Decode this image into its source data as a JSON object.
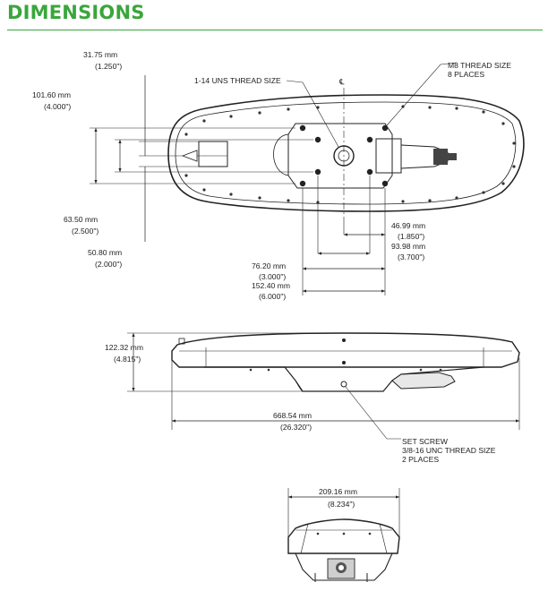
{
  "header": {
    "title": "DIMENSIONS",
    "accent_color": "#3aa63c"
  },
  "top_view": {
    "dims": {
      "d31_75": {
        "mm": "31.75 mm",
        "in": "(1.250\")"
      },
      "d101_60": {
        "mm": "101.60 mm",
        "in": "(4.000\")"
      },
      "d63_50": {
        "mm": "63.50 mm",
        "in": "(2.500\")"
      },
      "d50_80": {
        "mm": "50.80 mm",
        "in": "(2.000\")"
      },
      "d46_99": {
        "mm": "46.99 mm",
        "in": "(1.850\")"
      },
      "d93_98": {
        "mm": "93.98 mm",
        "in": "(3.700\")"
      },
      "d76_20": {
        "mm": "76.20 mm",
        "in": "(3.000\")"
      },
      "d152_40": {
        "mm": "152.40 mm",
        "in": "(6.000\")"
      }
    },
    "callouts": {
      "uns_thread": "1-14 UNS THREAD SIZE",
      "m8_thread_line1": "M8 THREAD SIZE",
      "m8_thread_line2": "8 PLACES",
      "centerline": "℄"
    }
  },
  "side_view": {
    "height": {
      "mm": "122.32 mm",
      "in": "(4.815\")"
    },
    "length": {
      "mm": "668.54 mm",
      "in": "(26.320\")"
    },
    "set_screw": {
      "line1": "SET SCREW",
      "line2": "3/8-16 UNC THREAD SIZE",
      "line3": "2 PLACES"
    }
  },
  "end_view": {
    "width": {
      "mm": "209.16 mm",
      "in": "(8.234\")"
    }
  }
}
